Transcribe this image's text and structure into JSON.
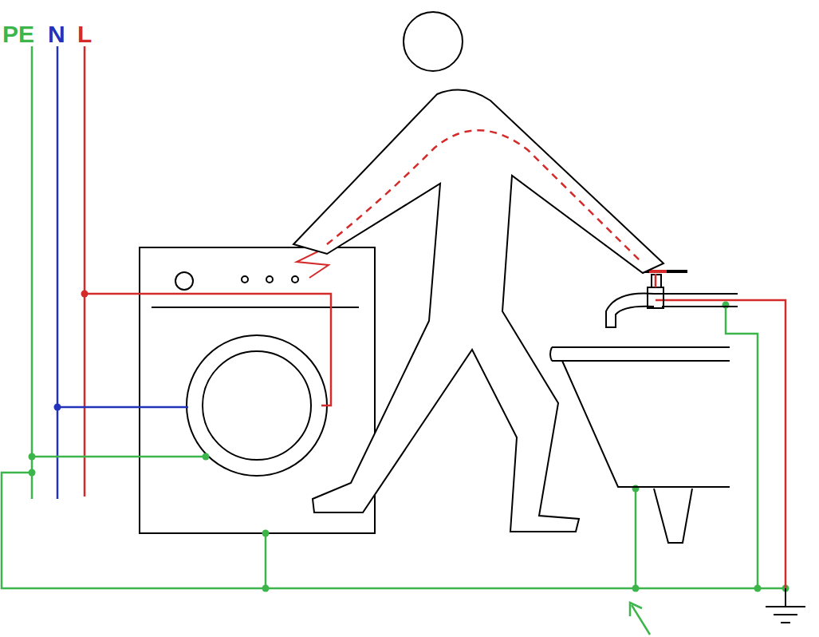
{
  "diagram": {
    "labels": [
      "PE",
      "N",
      "L"
    ]
  }
}
